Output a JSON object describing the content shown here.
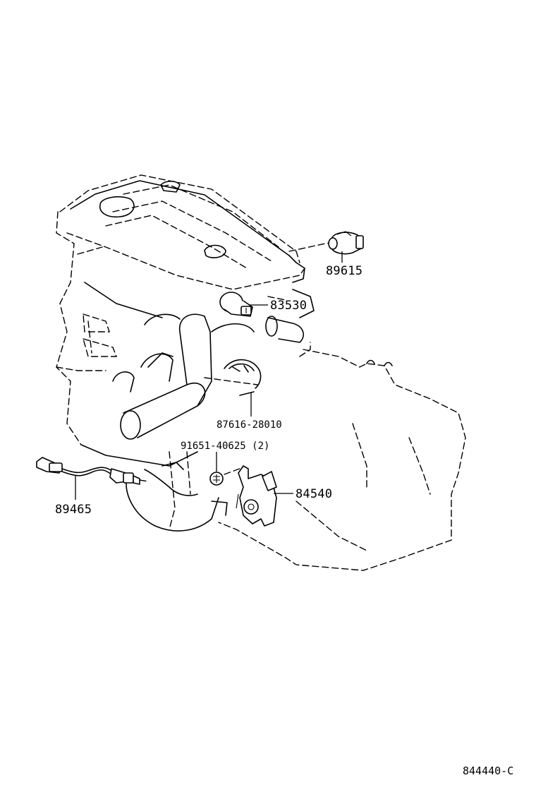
{
  "callouts": {
    "p89615": "89615",
    "p83530": "83530",
    "p87616": "87616-28010",
    "p91651": "91651-40625 (2)",
    "p84540": "84540",
    "p89465": "89465"
  },
  "figure_code": "844440-C"
}
